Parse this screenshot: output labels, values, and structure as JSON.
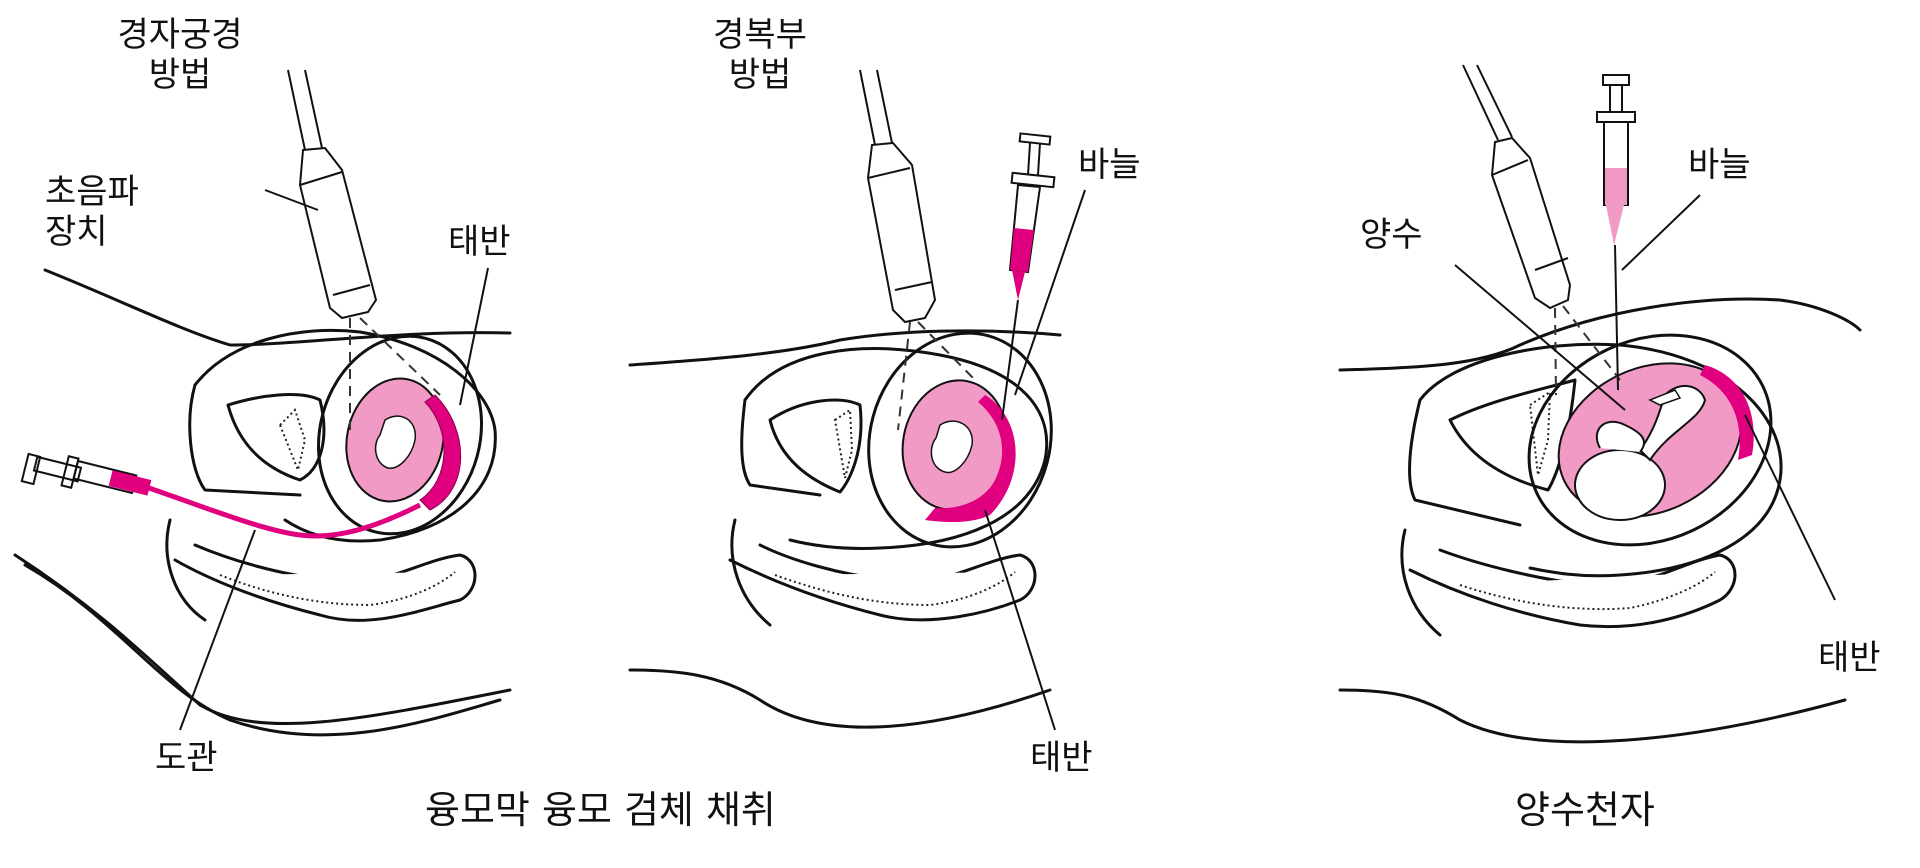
{
  "figure": {
    "colors": {
      "placenta": "#e0007f",
      "amniotic_sac": "#f19ac5",
      "amniotic_sac_light": "#f4a8cc",
      "line": "#111111",
      "background": "#ffffff"
    },
    "panels": [
      {
        "id": "transcervical",
        "title_line1": "경자궁경",
        "title_line2": "방법",
        "labels": {
          "ultrasound_line1": "초음파",
          "ultrasound_line2": "장치",
          "placenta": "태반",
          "catheter": "도관"
        }
      },
      {
        "id": "transabdominal",
        "title_line1": "경복부",
        "title_line2": "방법",
        "labels": {
          "needle": "바늘",
          "placenta": "태반"
        }
      },
      {
        "id": "amniocentesis",
        "labels": {
          "amniotic_fluid": "양수",
          "needle": "바늘",
          "placenta": "태반"
        }
      }
    ],
    "captions": {
      "cvs": "융모막 융모 검체 채취",
      "amniocentesis": "양수천자"
    }
  }
}
